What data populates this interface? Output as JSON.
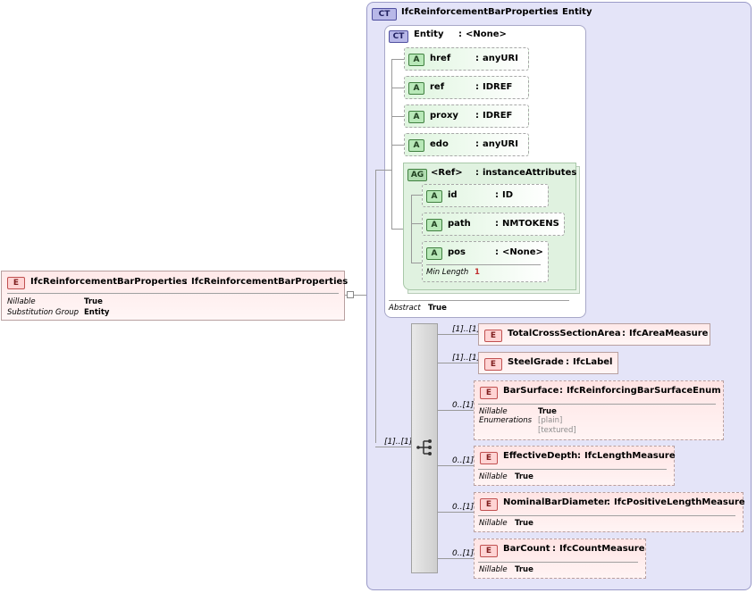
{
  "root": {
    "badge": "E",
    "name": "IfcReinforcementBarProperties",
    "type": "IfcReinforcementBarProperties",
    "props": [
      {
        "key": "Nillable",
        "value": "True"
      },
      {
        "key": "Substitution Group",
        "value": "Entity"
      }
    ]
  },
  "complex_type": {
    "badge": "CT",
    "name": "IfcReinforcementBarProperties",
    "type": "Entity",
    "base": {
      "badge": "CT",
      "name": "Entity",
      "type": "<None>",
      "attributes": [
        {
          "badge": "A",
          "name": "href",
          "type": "anyURI"
        },
        {
          "badge": "A",
          "name": "ref",
          "type": "IDREF"
        },
        {
          "badge": "A",
          "name": "proxy",
          "type": "IDREF"
        },
        {
          "badge": "A",
          "name": "edo",
          "type": "anyURI"
        }
      ],
      "attribute_group": {
        "badge": "AG",
        "name": "<Ref>",
        "type": "instanceAttributes",
        "attributes": [
          {
            "badge": "A",
            "name": "id",
            "type": "ID"
          },
          {
            "badge": "A",
            "name": "path",
            "type": "NMTOKENS"
          },
          {
            "badge": "A",
            "name": "pos",
            "type": "<None>",
            "prop_key": "Min Length",
            "prop_value": "1"
          }
        ]
      },
      "abstract_key": "Abstract",
      "abstract_value": "True"
    },
    "sequence_multiplicity": "[1]..[1]",
    "elements": [
      {
        "badge": "E",
        "multiplicity": "[1]..[1]",
        "name": "TotalCrossSectionArea",
        "type": "IfcAreaMeasure",
        "props": []
      },
      {
        "badge": "E",
        "multiplicity": "[1]..[1]",
        "name": "SteelGrade",
        "type": "IfcLabel",
        "props": []
      },
      {
        "badge": "E",
        "multiplicity": "0..[1]",
        "name": "BarSurface",
        "type": "IfcReinforcingBarSurfaceEnum",
        "props": [
          {
            "key": "Nillable",
            "value": "True"
          }
        ],
        "enum_key": "Enumerations",
        "enums": [
          "[plain]",
          "[textured]"
        ]
      },
      {
        "badge": "E",
        "multiplicity": "0..[1]",
        "name": "EffectiveDepth",
        "type": "IfcLengthMeasure",
        "props": [
          {
            "key": "Nillable",
            "value": "True"
          }
        ]
      },
      {
        "badge": "E",
        "multiplicity": "0..[1]",
        "name": "NominalBarDiameter",
        "type": "IfcPositiveLengthMeasure",
        "props": [
          {
            "key": "Nillable",
            "value": "True"
          }
        ]
      },
      {
        "badge": "E",
        "multiplicity": "0..[1]",
        "name": "BarCount",
        "type": "IfcCountMeasure",
        "props": [
          {
            "key": "Nillable",
            "value": "True"
          }
        ]
      }
    ]
  }
}
